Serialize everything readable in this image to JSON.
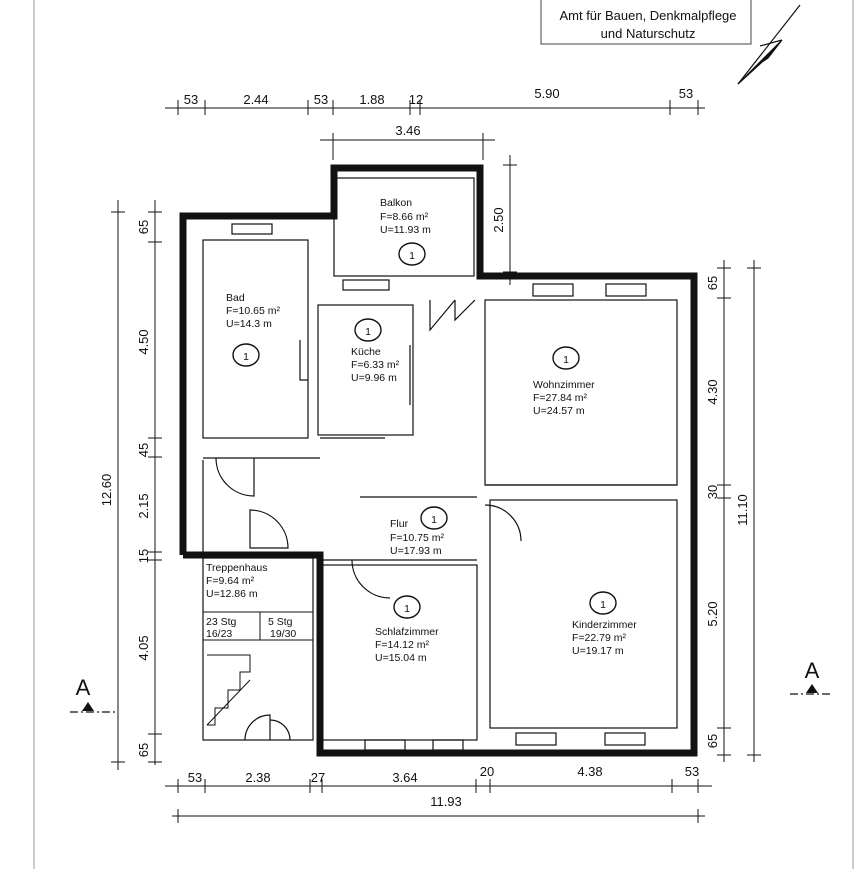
{
  "stamp": {
    "line1": "Amt für Bauen, Denkmalpflege",
    "line2": "und Naturschutz"
  },
  "dimensions": {
    "top_a": [
      "53",
      "2.44",
      "53",
      "1.88",
      "12",
      "5.90",
      "53"
    ],
    "balkon_width": "3.46",
    "balkon_depth": "2.50",
    "left_a": [
      "65",
      "4.50",
      "45",
      "2.15",
      "15",
      "4.05",
      "65"
    ],
    "left_total": "12.60",
    "right_a": [
      "65",
      "4.30",
      "30",
      "5.20",
      "65"
    ],
    "right_total": "11.10",
    "bottom_a": [
      "53",
      "2.38",
      "27",
      "3.64",
      "20",
      "4.38",
      "53"
    ],
    "bottom_total": "11.93"
  },
  "rooms": {
    "balkon": {
      "name": "Balkon",
      "area": "F=8.66 m²",
      "perimeter": "U=11.93 m",
      "mark": "1"
    },
    "bad": {
      "name": "Bad",
      "area": "F=10.65 m²",
      "perimeter": "U=14.3 m",
      "mark": "1"
    },
    "kueche": {
      "name": "Küche",
      "area": "F=6.33 m²",
      "perimeter": "U=9.96 m",
      "mark": "1"
    },
    "wohnzimmer": {
      "name": "Wohnzimmer",
      "area": "F=27.84 m²",
      "perimeter": "U=24.57 m",
      "mark": "1"
    },
    "flur": {
      "name": "Flur",
      "area": "F=10.75 m²",
      "perimeter": "U=17.93 m",
      "mark": "1"
    },
    "treppenhaus": {
      "name": "Treppenhaus",
      "area": "F=9.64 m²",
      "perimeter": "U=12.86 m"
    },
    "schlafzimmer": {
      "name": "Schlafzimmer",
      "area": "F=14.12 m²",
      "perimeter": "U=15.04 m",
      "mark": "1"
    },
    "kinderzimmer": {
      "name": "Kinderzimmer",
      "area": "F=22.79 m²",
      "perimeter": "U=19.17 m",
      "mark": "1"
    }
  },
  "stairs": {
    "a1": "23 Stg",
    "a2": "16/23",
    "b1": "5 Stg",
    "b2": "19/30"
  },
  "section": {
    "left": "A",
    "right": "A"
  }
}
